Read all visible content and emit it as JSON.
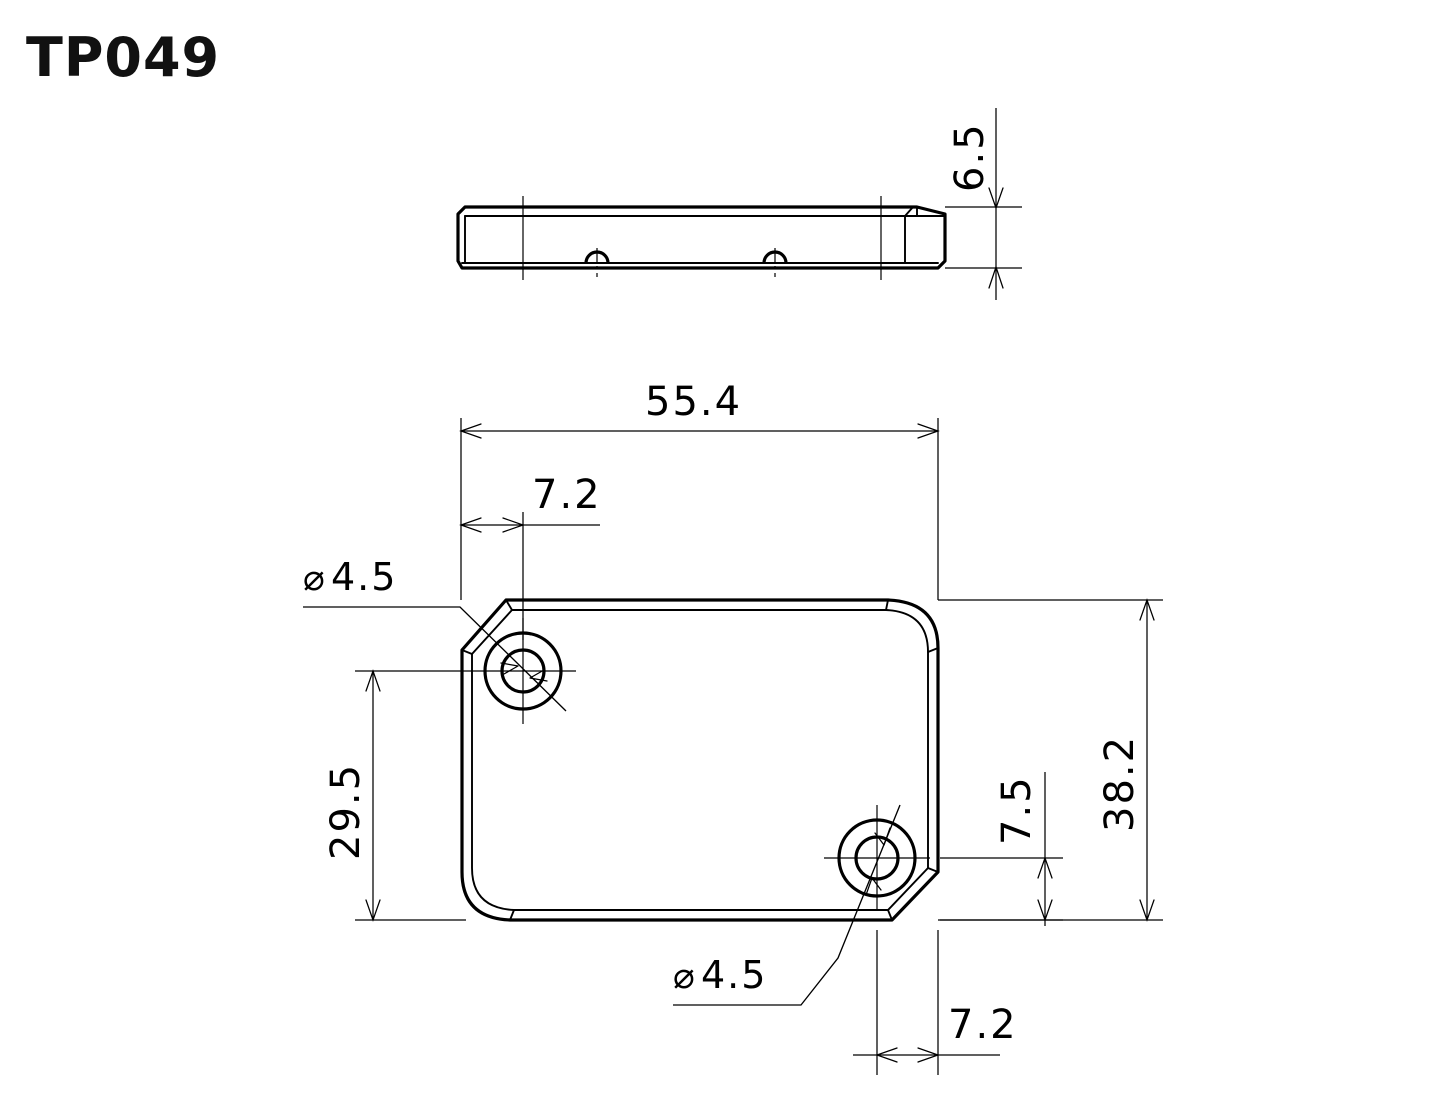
{
  "title": "TP049",
  "views": {
    "side": {
      "name": "side-elevation-view",
      "thickness_dimension": "6.5",
      "hole_count": 2
    },
    "top": {
      "name": "plan-view",
      "width_dimension": "55.4",
      "height_dimension": "38.2"
    }
  },
  "dimensions": {
    "thickness": "6.5",
    "overall_width": "55.4",
    "overall_height": "38.2",
    "hole_left_offset_x": "7.2",
    "hole_left_offset_y": "29.5",
    "hole_right_offset_x": "7.2",
    "hole_right_offset_y": "7.5"
  },
  "annotations": {
    "diameter_symbol": "⌀",
    "hole_top_left_diameter": "4.5",
    "hole_bottom_right_diameter": "4.5"
  },
  "colors": {
    "line": "#000000",
    "background": "#ffffff",
    "title": "#111111"
  }
}
